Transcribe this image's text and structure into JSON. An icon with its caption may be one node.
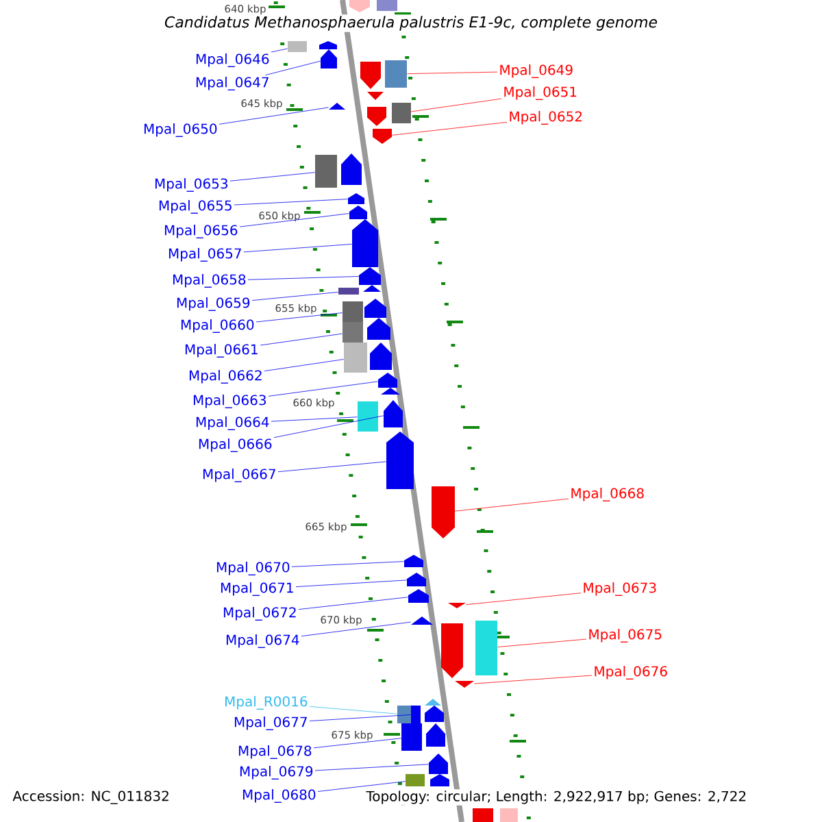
{
  "diagram": {
    "title": "Candidatus Methanosphaerula palustris E1-9c, complete genome",
    "nodes": [
      {
        "text": [
          "Mpal_0646"
        ]
      },
      {
        "text": [
          "Mpal_0647"
        ]
      },
      {
        "text": [
          "Mpal_0650"
        ]
      },
      {
        "text": [
          "Mpal_0653"
        ]
      },
      {
        "text": [
          "Mpal_0655"
        ]
      },
      {
        "text": [
          "Mpal_0656"
        ]
      },
      {
        "text": [
          "Mpal_0657"
        ]
      },
      {
        "text": [
          "Mpal_0658"
        ]
      },
      {
        "text": [
          "Mpal_0659"
        ]
      },
      {
        "text": [
          "Mpal_0660"
        ]
      },
      {
        "text": [
          "Mpal_0661"
        ]
      },
      {
        "text": [
          "Mpal_0662"
        ]
      },
      {
        "text": [
          "Mpal_0663"
        ]
      },
      {
        "text": [
          "Mpal_0664"
        ]
      },
      {
        "text": [
          "Mpal_0666"
        ]
      },
      {
        "text": [
          "Mpal_0667"
        ]
      },
      {
        "text": [
          "Mpal_0670"
        ]
      },
      {
        "text": [
          "Mpal_0671"
        ]
      },
      {
        "text": [
          "Mpal_0672"
        ]
      },
      {
        "text": [
          "Mpal_0674"
        ]
      },
      {
        "text": [
          "Mpal_R0016"
        ]
      },
      {
        "text": [
          "Mpal_0677"
        ]
      },
      {
        "text": [
          "Mpal_0678"
        ]
      },
      {
        "text": [
          "Mpal_0679"
        ]
      },
      {
        "text": [
          "Mpal_0680"
        ]
      },
      {
        "text": [
          "Mpal_0649"
        ]
      },
      {
        "text": [
          "Mpal_0651"
        ]
      },
      {
        "text": [
          "Mpal_0652"
        ]
      },
      {
        "text": [
          "Mpal_0668"
        ]
      },
      {
        "text": [
          "Mpal_0673"
        ]
      },
      {
        "text": [
          "Mpal_0675"
        ]
      },
      {
        "text": [
          "Mpal_0676"
        ]
      },
      {
        "text": [],
        "shape": "box"
      },
      {
        "text": [],
        "shape": "pentagon"
      },
      {
        "text": [],
        "shape": "triangle"
      },
      {
        "text": [],
        "shape": "box"
      },
      {
        "text": [],
        "shape": "pentagon"
      },
      {
        "text": [],
        "shape": "pentagon"
      },
      {
        "text": [],
        "shape": "pentagon"
      },
      {
        "text": [],
        "shape": "pentagon"
      },
      {
        "text": [],
        "shape": "box"
      },
      {
        "text": [],
        "shape": "box"
      },
      {
        "text": [],
        "shape": "box"
      },
      {
        "text": [],
        "shape": "box"
      },
      {
        "text": [],
        "shape": "pentagon"
      },
      {
        "text": [],
        "shape": "box"
      },
      {
        "text": [],
        "shape": "pentagon"
      },
      {
        "text": [],
        "shape": "pentagon"
      },
      {
        "text": [],
        "shape": "pentagon"
      },
      {
        "text": [],
        "shape": "pentagon"
      },
      {
        "text": [],
        "shape": "pentagon"
      },
      {
        "text": [],
        "shape": "triangle"
      },
      {
        "text": [],
        "shape": "box"
      },
      {
        "text": [],
        "shape": "box"
      },
      {
        "text": [],
        "shape": "box"
      },
      {
        "text": [],
        "shape": "pentagon"
      },
      {
        "text": [],
        "shape": "box"
      },
      {
        "text": [],
        "shape": "box"
      },
      {
        "text": [],
        "shape": "box"
      },
      {
        "text": [],
        "shape": "pentagon"
      },
      {
        "text": [],
        "shape": "pentagon"
      },
      {
        "text": [],
        "shape": "triangle"
      },
      {
        "text": [],
        "shape": "box"
      },
      {
        "text": [],
        "shape": "triangle"
      },
      {
        "text": [],
        "shape": "pentagon"
      },
      {
        "text": [],
        "shape": "box"
      },
      {
        "text": [],
        "shape": "pentagon"
      },
      {
        "text": [],
        "shape": "pentagon"
      },
      {
        "text": [],
        "shape": "triangle"
      },
      {
        "text": [],
        "shape": "pentagon"
      },
      {
        "text": [],
        "shape": "pentagon"
      },
      {
        "text": [],
        "shape": "pentagon"
      },
      {
        "text": [],
        "shape": "triangle"
      },
      {
        "text": [],
        "shape": "triangle"
      },
      {
        "text": [],
        "shape": "pentagon"
      },
      {
        "text": [],
        "shape": "pentagon"
      },
      {
        "text": [],
        "shape": "pentagon"
      },
      {
        "text": [],
        "shape": "pentagon"
      },
      {
        "text": [],
        "shape": "triangle"
      },
      {
        "text": [],
        "shape": "pentagon"
      },
      {
        "text": [],
        "shape": "pentagon"
      },
      {
        "text": [],
        "shape": "box"
      },
      {
        "text": [],
        "shape": "box"
      }
    ],
    "edges": [
      {
        "from": 0,
        "to": 32,
        "arrow": "none"
      },
      {
        "from": 1,
        "to": 33,
        "arrow": "none"
      },
      {
        "from": 2,
        "to": 34,
        "arrow": "none"
      },
      {
        "from": 3,
        "to": 35,
        "arrow": "none"
      },
      {
        "from": 4,
        "to": 36,
        "arrow": "none"
      },
      {
        "from": 5,
        "to": 37,
        "arrow": "none"
      },
      {
        "from": 6,
        "to": 38,
        "arrow": "none"
      },
      {
        "from": 7,
        "to": 39,
        "arrow": "none"
      },
      {
        "from": 8,
        "to": 40,
        "arrow": "none"
      },
      {
        "from": 9,
        "to": 41,
        "arrow": "none"
      },
      {
        "from": 10,
        "to": 42,
        "arrow": "none"
      },
      {
        "from": 11,
        "to": 43,
        "arrow": "none"
      },
      {
        "from": 12,
        "to": 44,
        "arrow": "none"
      },
      {
        "from": 13,
        "to": 45,
        "arrow": "none"
      },
      {
        "from": 14,
        "to": 46,
        "arrow": "none"
      },
      {
        "from": 15,
        "to": 47,
        "arrow": "none"
      },
      {
        "from": 16,
        "to": 48,
        "arrow": "none"
      },
      {
        "from": 17,
        "to": 49,
        "arrow": "none"
      },
      {
        "from": 18,
        "to": 50,
        "arrow": "none"
      },
      {
        "from": 19,
        "to": 51,
        "arrow": "none"
      },
      {
        "from": 20,
        "to": 52,
        "arrow": "none",
        "color": "#33bbee"
      },
      {
        "from": 21,
        "to": 53,
        "arrow": "none"
      },
      {
        "from": 22,
        "to": 54,
        "arrow": "none"
      },
      {
        "from": 23,
        "to": 55,
        "arrow": "none"
      },
      {
        "from": 24,
        "to": 56,
        "arrow": "none"
      },
      {
        "from": 25,
        "to": 57,
        "arrow": "none",
        "color": "#ff0000"
      },
      {
        "from": 26,
        "to": 58,
        "arrow": "none",
        "color": "#ff0000"
      },
      {
        "from": 27,
        "to": 59,
        "arrow": "none",
        "color": "#ff0000"
      },
      {
        "from": 28,
        "to": 60,
        "arrow": "none",
        "color": "#ff0000"
      },
      {
        "from": 29,
        "to": 61,
        "arrow": "none",
        "color": "#ff0000"
      },
      {
        "from": 30,
        "to": 62,
        "arrow": "none",
        "color": "#ff0000"
      },
      {
        "from": 31,
        "to": 63,
        "arrow": "none",
        "color": "#ff0000"
      }
    ],
    "labels": [
      "640 kbp",
      "645 kbp",
      "650 kbp",
      "655 kbp",
      "660 kbp",
      "665 kbp",
      "670 kbp",
      "675 kbp",
      "Accession: NC_011832",
      "Topology: circular; Length: 2,922,917 bp; Genes: 2,722"
    ]
  }
}
